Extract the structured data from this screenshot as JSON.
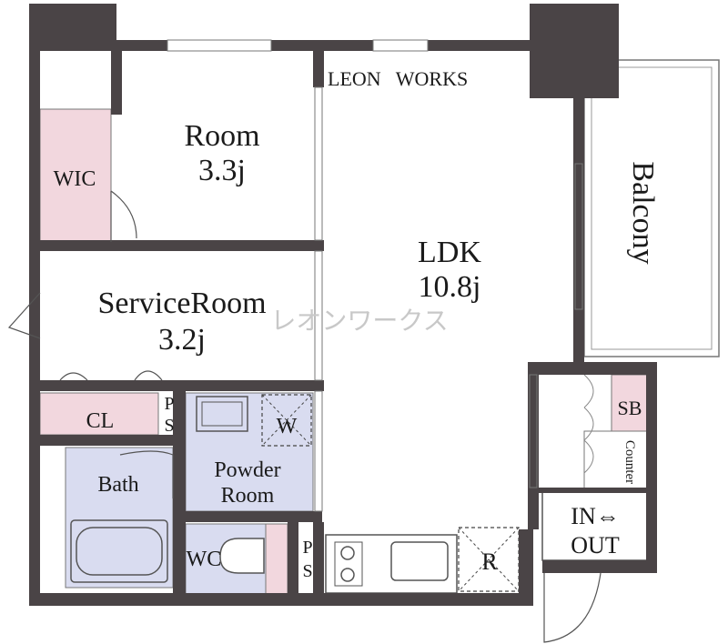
{
  "brand": {
    "top": "LEON   WORKS",
    "watermark": "レオンワークス"
  },
  "rooms": {
    "room": {
      "name": "Room",
      "size": "3.3j"
    },
    "service_room": {
      "name": "ServiceRoom",
      "size": "3.2j"
    },
    "ldk": {
      "name": "LDK",
      "size": "10.8j"
    },
    "balcony": "Balcony",
    "wic": "WIC",
    "cl": "CL",
    "ps_upper": "P S",
    "ps_lower": "P S",
    "w": "W",
    "bath": "Bath",
    "powder": {
      "line1": "Powder",
      "line2": "Room"
    },
    "wc": "WC",
    "r": "R",
    "sb": "SB",
    "counter": "Counter",
    "entrance": {
      "line1": "IN⇔",
      "line2": "OUT"
    }
  },
  "colors": {
    "wall": "#4a4446",
    "closet": "#f2d7de",
    "wet": "#d9dcf0",
    "line": "#666666",
    "watermark": "#c8c8c8"
  }
}
